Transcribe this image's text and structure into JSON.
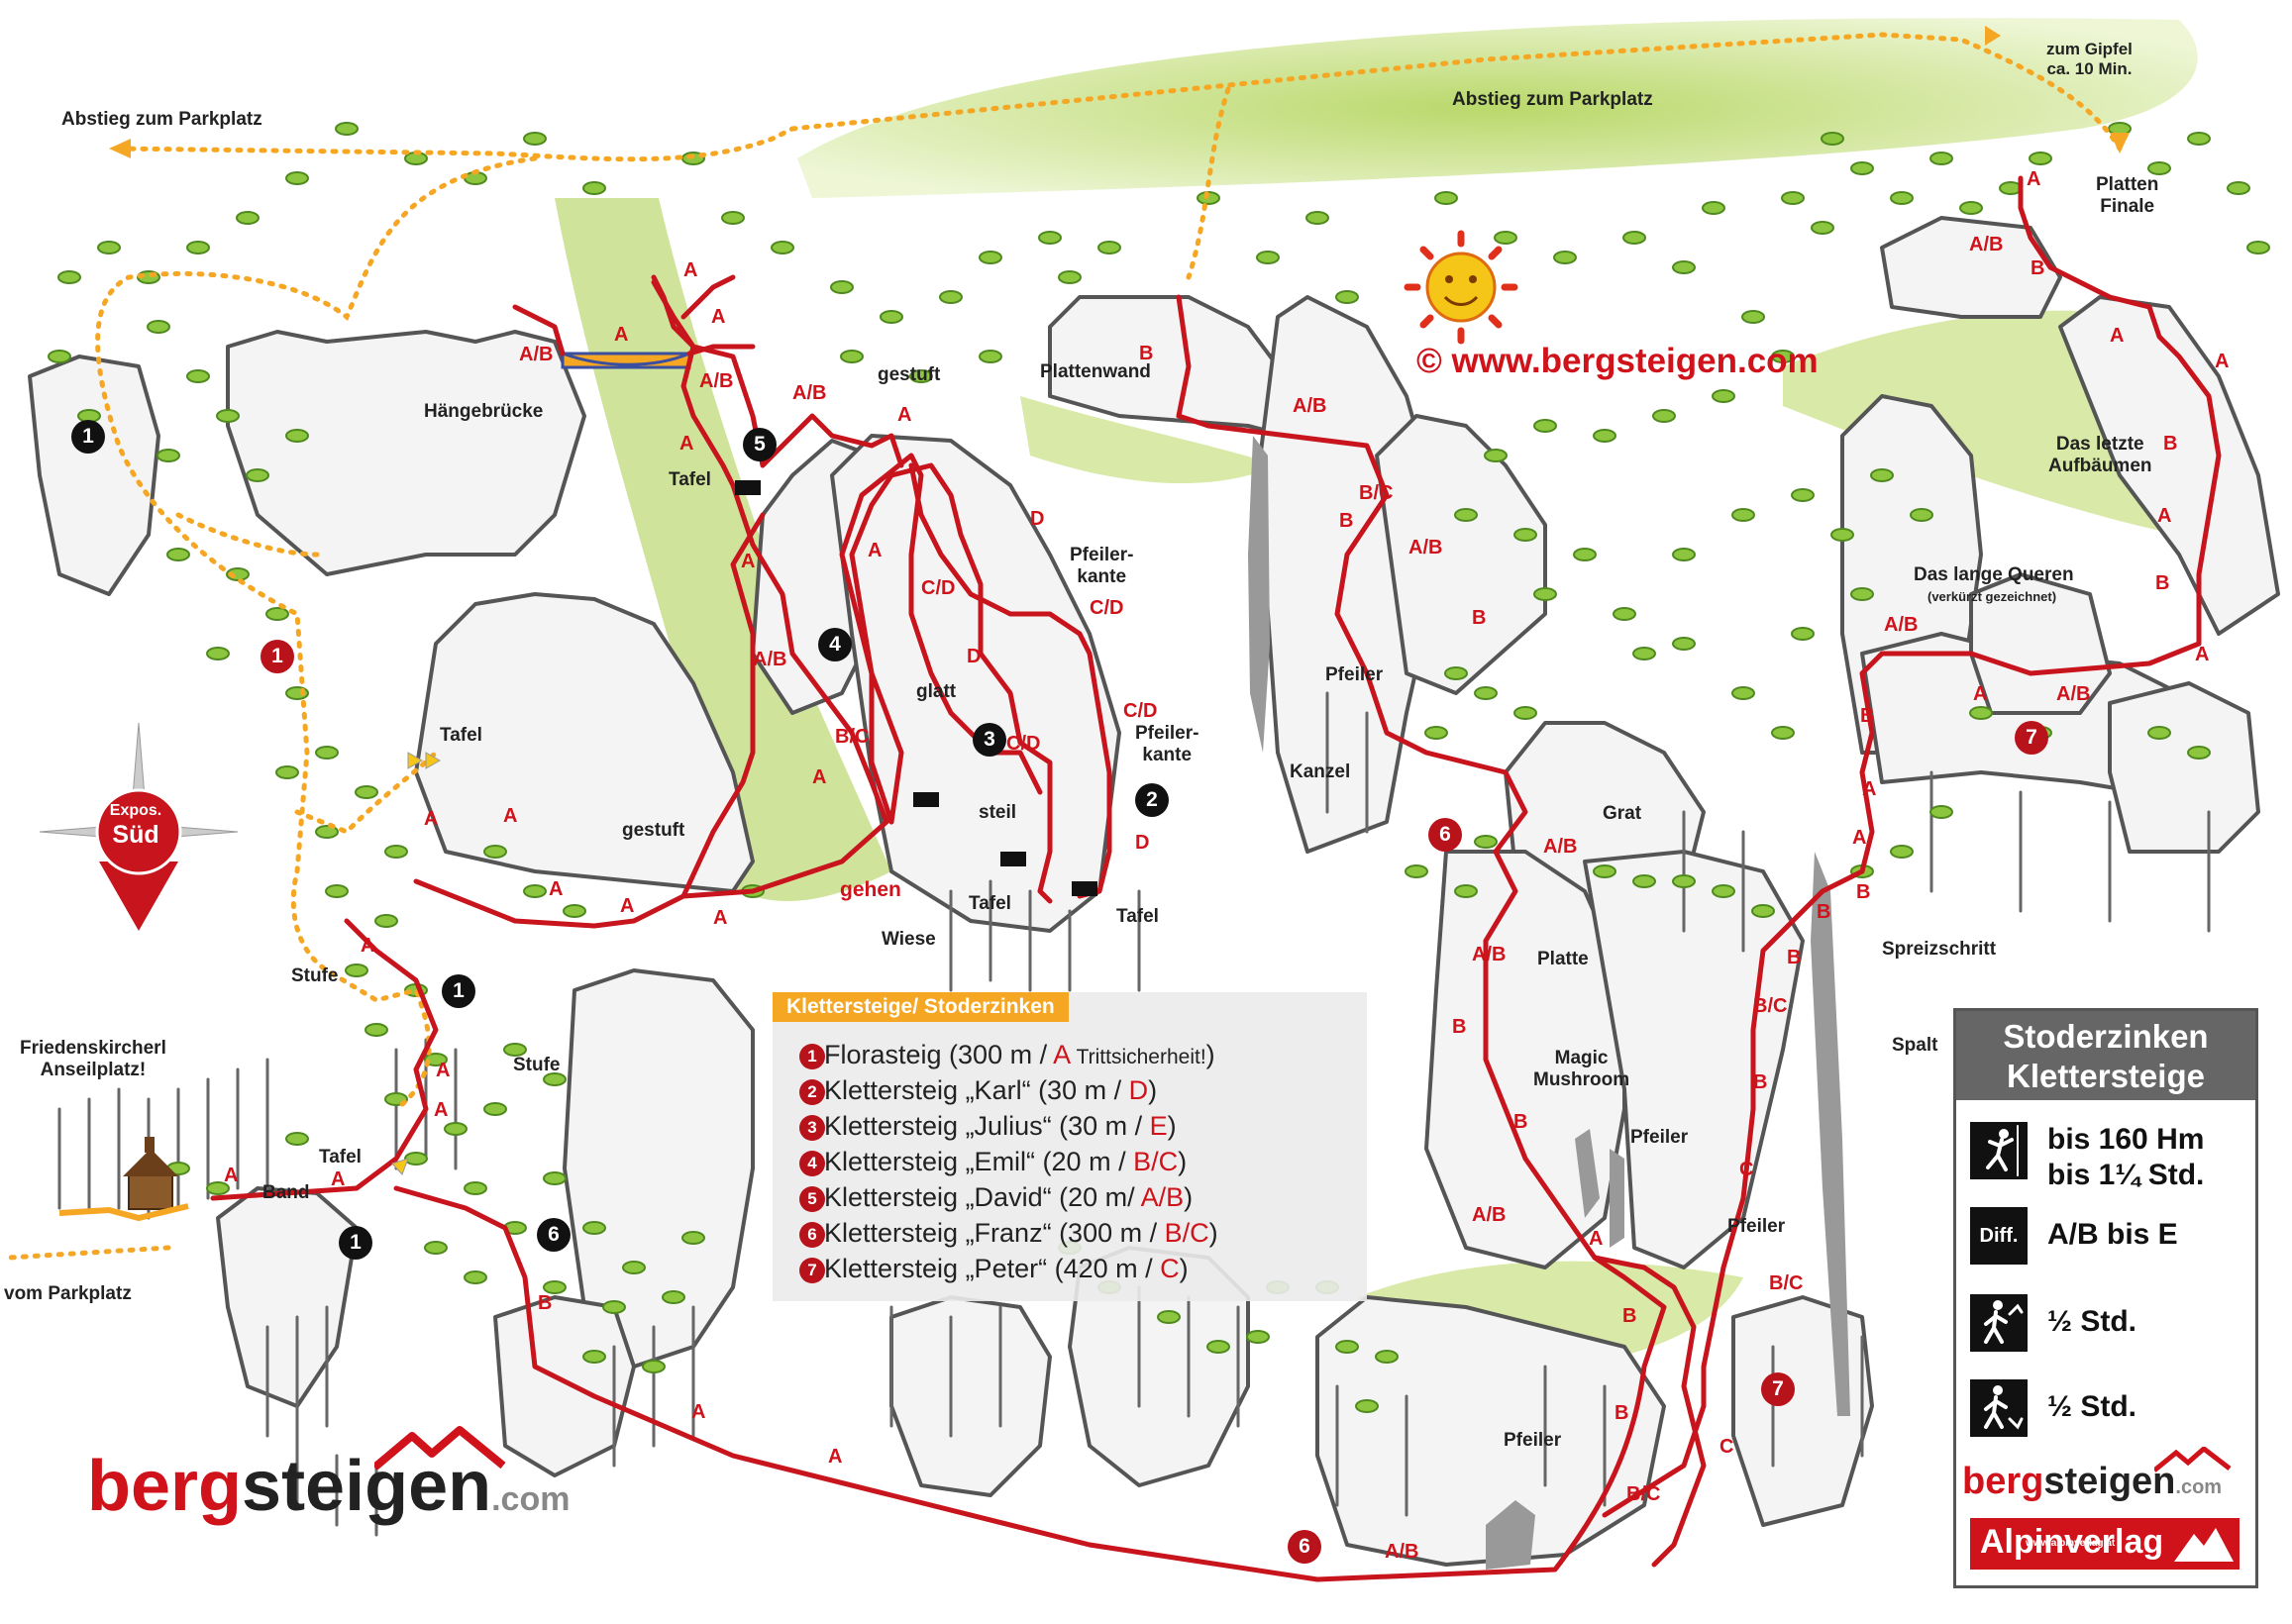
{
  "copyright_url": "© www.bergsteigen.com",
  "colors": {
    "route": "#c8141c",
    "approach_trail": "#f5a623",
    "meadow": "#cfe39a",
    "rock_outline": "#555555"
  },
  "place_labels": {
    "abstieg_left": "Abstieg zum Parkplatz",
    "abstieg_top": "Abstieg zum Parkplatz",
    "gipfel": "zum Gipfel\nca. 10 Min.",
    "platten_finale": "Platten\nFinale",
    "haengebruecke": "Hängebrücke",
    "gestuft_top": "gestuft",
    "plattenwand": "Plattenwand",
    "tafel_top": "Tafel",
    "pfeilerkante_1": "Pfeiler-\nkante",
    "pfeilerkante_2": "Pfeiler-\nkante",
    "glatt": "glatt",
    "steil": "steil",
    "tafel_left": "Tafel",
    "gestuft_mid": "gestuft",
    "gehen": "gehen",
    "wiese": "Wiese",
    "tafel_wiese": "Tafel",
    "tafel_right": "Tafel",
    "pfeiler_mid": "Pfeiler",
    "kanzel": "Kanzel",
    "grat": "Grat",
    "das_letzte_aufbaeumen": "Das letzte\nAufbäumen",
    "das_lange_queren": "Das lange Queren",
    "verkuerzt": "(verkürzt gezeichnet)",
    "stufe_1": "Stufe",
    "stufe_2": "Stufe",
    "friedenskircherl": "Friedenskircherl\nAnseilplatz!",
    "tafel_band": "Tafel",
    "band": "Band",
    "vom_parkplatz": "vom Parkplatz",
    "platte": "Platte",
    "magic_mushroom": "Magic\nMushroom",
    "pfeiler_low": "Pfeiler",
    "spreizschritt": "Spreizschritt",
    "spalt": "Spalt",
    "pfeiler_right": "Pfeiler",
    "pfeiler_bottom": "Pfeiler"
  },
  "compass": {
    "line1": "Expos.",
    "line2": "Süd"
  },
  "route_markers": [
    {
      "n": "1",
      "color": "black"
    },
    {
      "n": "1",
      "color": "red"
    },
    {
      "n": "1",
      "color": "black"
    },
    {
      "n": "1",
      "color": "black"
    },
    {
      "n": "2",
      "color": "black"
    },
    {
      "n": "3",
      "color": "black"
    },
    {
      "n": "4",
      "color": "black"
    },
    {
      "n": "5",
      "color": "black"
    },
    {
      "n": "6",
      "color": "black"
    },
    {
      "n": "6",
      "color": "red"
    },
    {
      "n": "6",
      "color": "red"
    },
    {
      "n": "7",
      "color": "red"
    },
    {
      "n": "7",
      "color": "red"
    }
  ],
  "grades": [
    "A",
    "A/B",
    "A",
    "A",
    "A/B",
    "A/B",
    "A",
    "B",
    "A/B",
    "B/C",
    "A/B",
    "B",
    "B",
    "A/B",
    "A",
    "A",
    "B/C",
    "A",
    "A",
    "C/D",
    "D",
    "D",
    "C/D",
    "C/D",
    "C/D",
    "D",
    "A",
    "A",
    "A",
    "A",
    "A",
    "A",
    "A",
    "A",
    "B",
    "A",
    "A",
    "A",
    "A",
    "A/B",
    "A/B",
    "B",
    "A/B",
    "B",
    "A/B",
    "A",
    "B",
    "B",
    "B",
    "B/C",
    "B",
    "C",
    "B/C",
    "C",
    "B/C",
    "A",
    "A/B",
    "B",
    "A",
    "B",
    "A",
    "A/B",
    "A/B",
    "A",
    "B",
    "A",
    "A",
    "B",
    "A",
    "B",
    "A",
    "B"
  ],
  "legend": {
    "title": "Klettersteige/ Stoderzinken",
    "items": [
      {
        "num": "1",
        "text": "Florasteig (300 m / ",
        "grade": "A",
        "note": " Trittsicherheit!",
        "close": ")"
      },
      {
        "num": "2",
        "text": "Klettersteig „Karl“ (30 m / ",
        "grade": "D",
        "note": "",
        "close": ")"
      },
      {
        "num": "3",
        "text": "Klettersteig „Julius“ (30 m / ",
        "grade": "E",
        "note": "",
        "close": ")"
      },
      {
        "num": "4",
        "text": "Klettersteig „Emil“ (20 m / ",
        "grade": "B/C",
        "note": "",
        "close": ")"
      },
      {
        "num": "5",
        "text": "Klettersteig „David“ (20 m/ ",
        "grade": "A/B",
        "note": "",
        "close": ")"
      },
      {
        "num": "6",
        "text": "Klettersteig „Franz“ (300 m / ",
        "grade": "B/C",
        "note": "",
        "close": ")"
      },
      {
        "num": "7",
        "text": "Klettersteig „Peter“ (420 m / ",
        "grade": "C",
        "note": "",
        "close": ")"
      }
    ]
  },
  "info_panel": {
    "title": "Stoderzinken\nKlettersteige",
    "rows": [
      {
        "icon": "climber-icon",
        "text": "bis 160 Hm\nbis 1¼ Std."
      },
      {
        "icon": "diff-icon",
        "icon_text": "Diff.",
        "text": "A/B bis E"
      },
      {
        "icon": "hiker-up-icon",
        "text": "½ Std."
      },
      {
        "icon": "hiker-down-icon",
        "text": "½ Std."
      }
    ],
    "brand": {
      "part1": "berg",
      "part2": "steigen",
      "part3": ".com"
    },
    "publisher": "Alpinverlag",
    "publisher_url": "www.alpinverlag.at"
  },
  "logo": {
    "part1": "berg",
    "part2": "steigen",
    "part3": ".com"
  }
}
